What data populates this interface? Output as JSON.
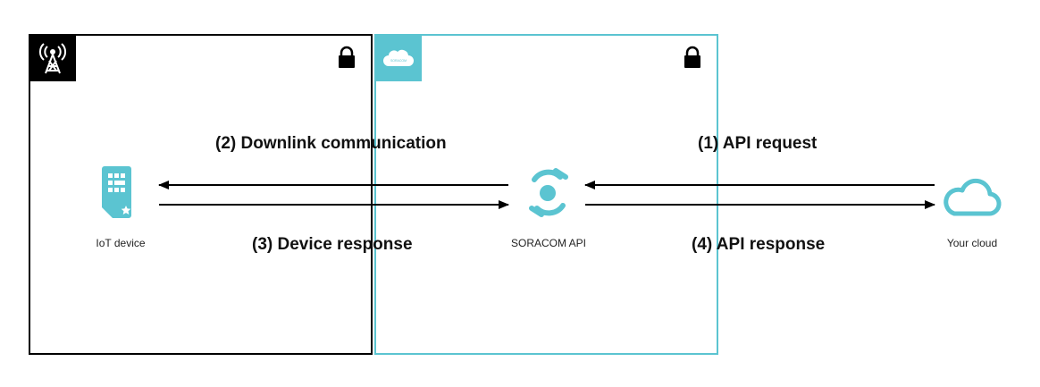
{
  "colors": {
    "network_border": "#000000",
    "soracom_border": "#5bc4d1",
    "accent": "#5bc4d1",
    "arrow": "#000000"
  },
  "icons": {
    "network_badge": "cell-tower-icon",
    "soracom_badge": "soracom-cloud-icon",
    "lock": "lock-icon",
    "device": "sim-card-icon",
    "api": "soracom-api-icon",
    "cloud": "cloud-icon"
  },
  "labels": {
    "downlink": "(2) Downlink communication",
    "device_response": "(3) Device response",
    "api_request": "(1) API request",
    "api_response": "(4) API response"
  },
  "nodes": {
    "iot_device": "IoT device",
    "soracom_api": "SORACOM API",
    "your_cloud": "Your cloud"
  },
  "badge_text": "SORACOM"
}
